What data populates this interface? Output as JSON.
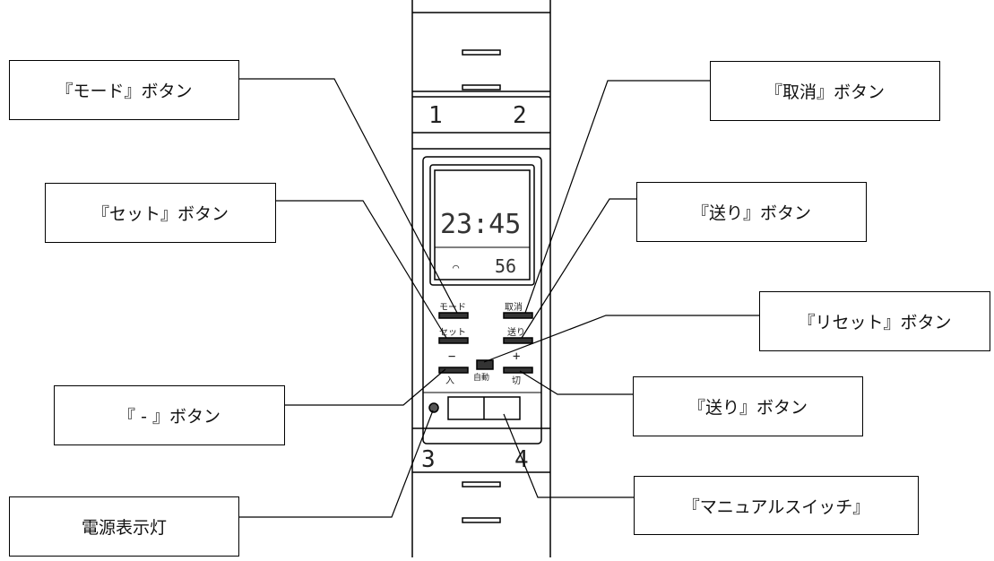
{
  "callouts": {
    "mode": "『モード』ボタン",
    "set": "『セット』ボタン",
    "minus": "『 - 』ボタン",
    "power_lamp": "電源表示灯",
    "cancel": "『取消』ボタン",
    "advance_upper": "『送り』ボタン",
    "reset": "『リセット』ボタン",
    "advance_lower": "『送り』ボタン",
    "manual_switch": "『マニュアルスイッチ』"
  },
  "device": {
    "terminals": {
      "t1": "1",
      "t2": "2",
      "t3": "3",
      "t4": "4"
    },
    "lcd": {
      "time": "23:45",
      "sub_value": "56"
    },
    "button_labels": {
      "mode": "モード",
      "cancel": "取消",
      "set": "セット",
      "advance": "送り",
      "minus_sign": "−",
      "plus_sign": "+",
      "minus_sub": "入",
      "plus_sub": "切",
      "reset": "自動"
    }
  }
}
